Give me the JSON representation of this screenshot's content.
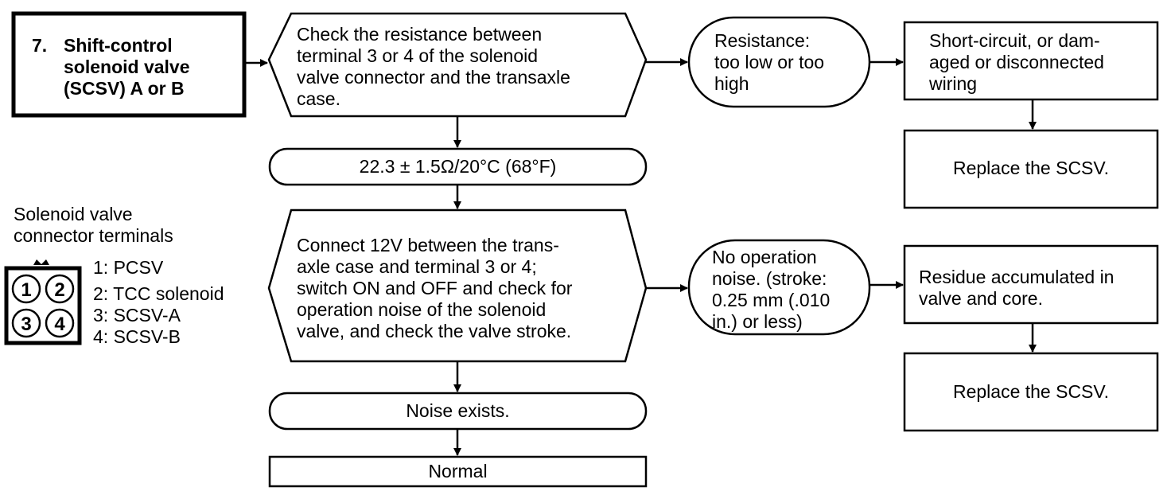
{
  "start": {
    "number": "7.",
    "lines": [
      "Shift-control",
      "solenoid valve",
      "(SCSV) A or B"
    ]
  },
  "check1": {
    "lines": [
      "Check the resistance between",
      "terminal 3 or 4 of the solenoid",
      "valve connector and the transaxle",
      "case."
    ]
  },
  "spec1": {
    "text": "22.3 ± 1.5Ω/20°C (68°F)"
  },
  "fault1": {
    "lines": [
      "Resistance:",
      "too low or too",
      "high"
    ]
  },
  "cause1": {
    "lines": [
      "Short-circuit, or dam-",
      "aged or disconnected",
      "wiring"
    ]
  },
  "fix1": {
    "text": "Replace the SCSV."
  },
  "check2": {
    "lines": [
      "Connect 12V between the trans-",
      "axle case and terminal 3 or 4;",
      "switch ON and OFF and check for",
      "operation noise of the solenoid",
      "valve, and check the valve stroke."
    ]
  },
  "fault2": {
    "lines": [
      "No operation",
      "noise. (stroke:",
      "0.25 mm (.010",
      "in.) or less)"
    ]
  },
  "cause2": {
    "lines": [
      "Residue accumulated in",
      "valve and core."
    ]
  },
  "fix2": {
    "text": "Replace the SCSV."
  },
  "result": {
    "text": "Noise exists."
  },
  "final": {
    "text": "Normal"
  },
  "connector": {
    "title_lines": [
      "Solenoid valve",
      "connector terminals"
    ],
    "pins": [
      "1",
      "2",
      "3",
      "4"
    ],
    "legend": [
      "1:  PCSV",
      "2:  TCC solenoid",
      "3:  SCSV-A",
      "4:  SCSV-B"
    ]
  }
}
